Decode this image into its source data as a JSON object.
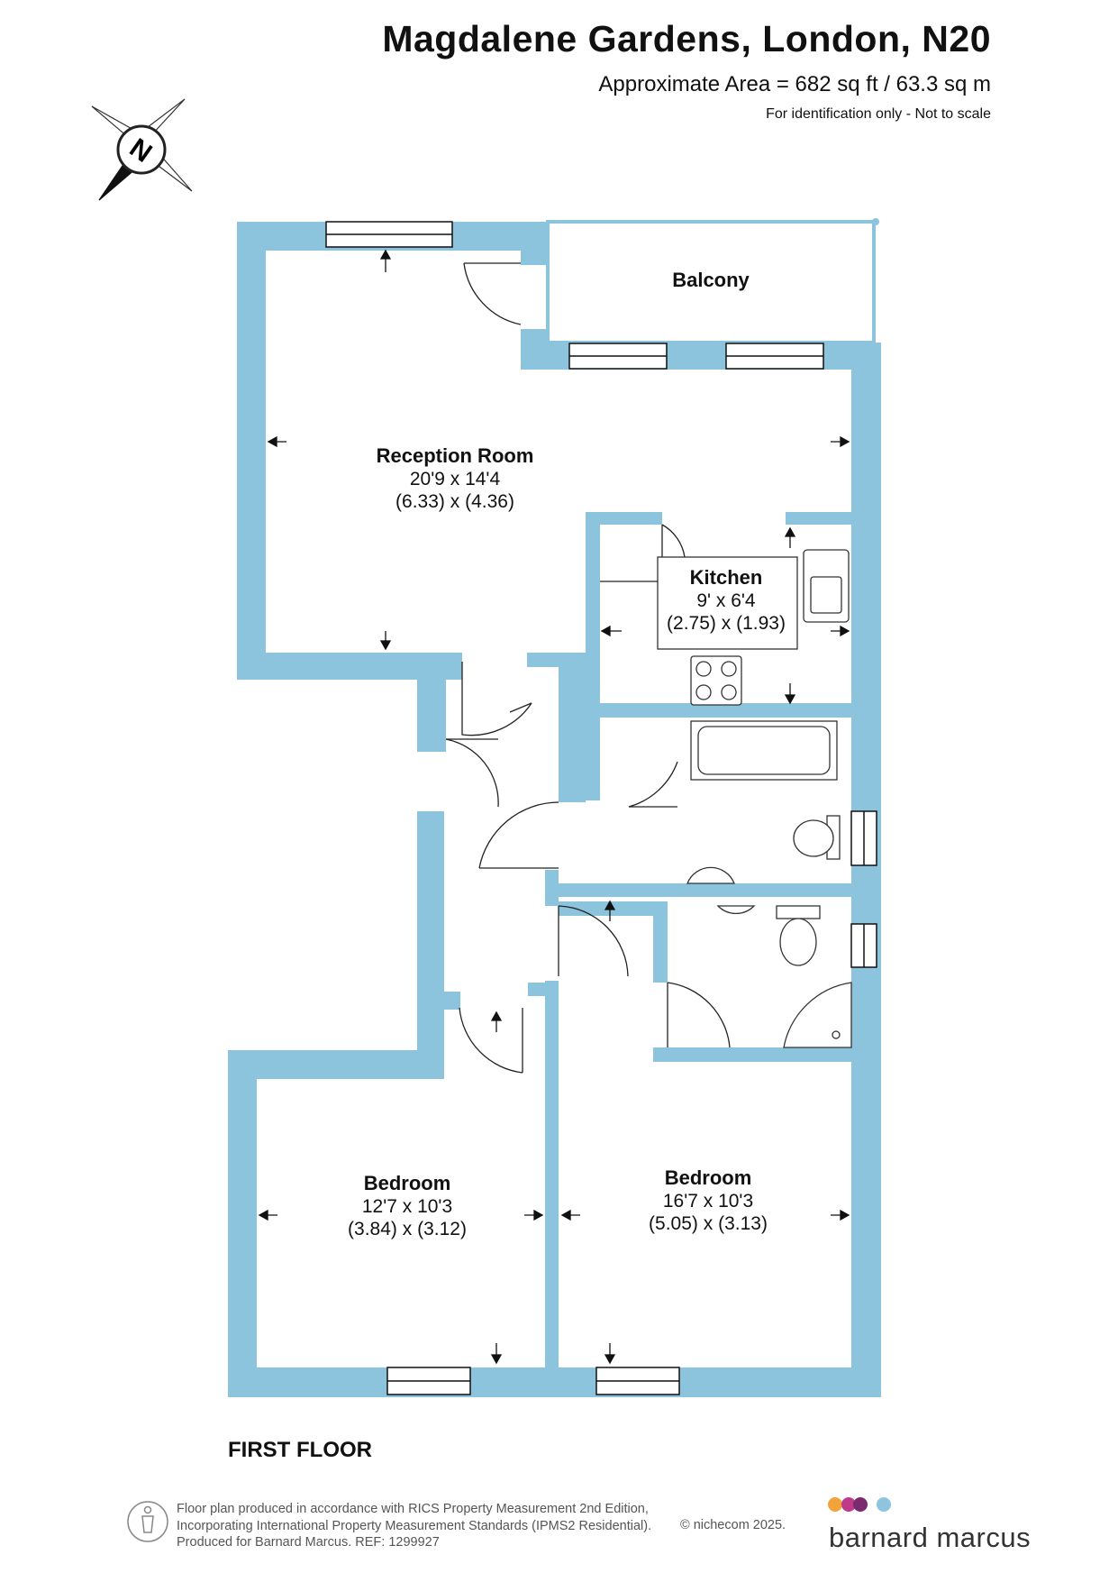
{
  "header": {
    "title": "Magdalene Gardens, London, N20",
    "area": "Approximate Area = 682 sq ft / 63.3 sq m",
    "note": "For identification only - Not to scale"
  },
  "compass": {
    "label": "N"
  },
  "rooms": {
    "balcony": {
      "name": "Balcony"
    },
    "reception": {
      "name": "Reception Room",
      "imperial": "20'9 x 14'4",
      "metric": "(6.33) x (4.36)"
    },
    "kitchen": {
      "name": "Kitchen",
      "imperial": "9' x 6'4",
      "metric": "(2.75) x (1.93)"
    },
    "bedroom1": {
      "name": "Bedroom",
      "imperial": "12'7 x 10'3",
      "metric": "(3.84) x (3.12)"
    },
    "bedroom2": {
      "name": "Bedroom",
      "imperial": "16'7 x 10'3",
      "metric": "(5.05) x (3.13)"
    }
  },
  "floor_label": "FIRST FLOOR",
  "footer": {
    "line1": "Floor plan produced in accordance with RICS Property Measurement 2nd Edition,",
    "line2": "Incorporating International Property Measurement Standards (IPMS2 Residential).",
    "line3": "Produced for Barnard Marcus.   REF:  1299927",
    "copyright": "© nichecom 2025."
  },
  "brand": {
    "name": "barnard marcus",
    "dot_colors": [
      "#f2a43a",
      "#c03a8a",
      "#7a2a6e",
      "#8ec4df"
    ]
  },
  "colors": {
    "wall": "#8cc3dd"
  }
}
